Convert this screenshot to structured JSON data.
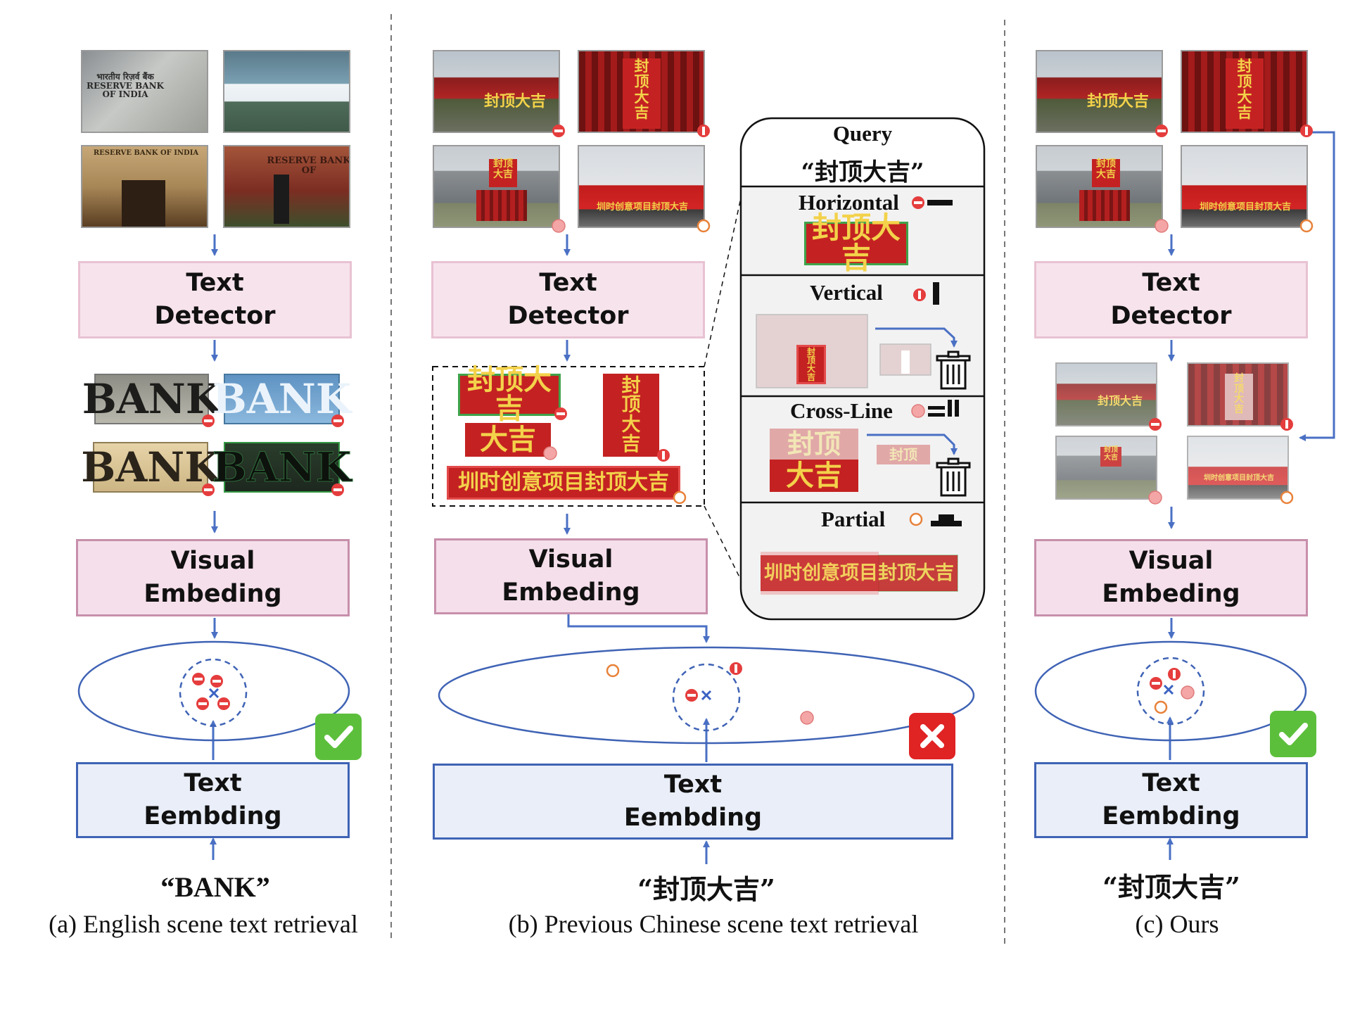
{
  "panels": {
    "a": {
      "caption": "(a) English scene text retrieval",
      "detector": "Text\nDetector",
      "visual": "Visual\nEmbeding",
      "text_emb": "Text\nEembding",
      "query": "“BANK”",
      "crop_word": "BANK",
      "photo_texts": [
        "भारतीय रिज़र्व बैंक\nRESERVE BANK\nOF INDIA",
        "",
        "RESERVE BANK OF INDIA",
        "RESERVE BANK\nOF"
      ]
    },
    "b": {
      "caption": "(b) Previous Chinese scene text retrieval",
      "detector": "Text\nDetector",
      "visual": "Visual\nEmbeding",
      "text_emb": "Text\nEembding",
      "query": "“封顶大吉”",
      "photo_texts": [
        "封顶大吉",
        "封\n顶\n大\n吉",
        "封顶\n大吉",
        "圳时创意项目封顶大吉"
      ],
      "crop_texts": [
        "封顶大吉",
        "封\n顶\n大\n吉",
        "大吉",
        "圳时创意项目封顶大吉"
      ]
    },
    "c": {
      "caption": "(c) Ours",
      "detector": "Text\nDetector",
      "visual": "Visual\nEmbeding",
      "text_emb": "Text\nEembding",
      "query": "“封顶大吉”",
      "photo_texts": [
        "封顶大吉",
        "封\n顶\n大\n吉",
        "封顶\n大吉",
        "圳时创意项目封顶大吉"
      ],
      "crop_texts": [
        "封顶大吉",
        "封\n顶\n大\n吉",
        "封顶\n大吉",
        "圳时创意项目封顶大吉"
      ]
    }
  },
  "query_box": {
    "title_1": "Query",
    "title_2": "“封顶大吉”",
    "rows": [
      {
        "label": "Horizontal",
        "sample": "封顶大吉"
      },
      {
        "label": "Vertical",
        "sample": "封\n顶\n大\n吉"
      },
      {
        "label": "Cross-Line",
        "sample_top": "封顶",
        "sample_bottom": "大吉",
        "fragment": "封顶"
      },
      {
        "label": "Partial",
        "sample": "圳时创意项目封顶大吉"
      }
    ]
  },
  "colors": {
    "arrow": "#4a70c4",
    "ellipse": "#3f63b5",
    "marker_red": "#e53d3d",
    "marker_pink": "#f4a6a6",
    "marker_orange": "#e8823a",
    "cross": "#3a62c2"
  },
  "icons": [
    "horizontal-marker-icon",
    "vertical-marker-icon",
    "cross-line-marker-icon",
    "partial-marker-icon",
    "trash-icon",
    "check-icon",
    "cross-icon"
  ]
}
